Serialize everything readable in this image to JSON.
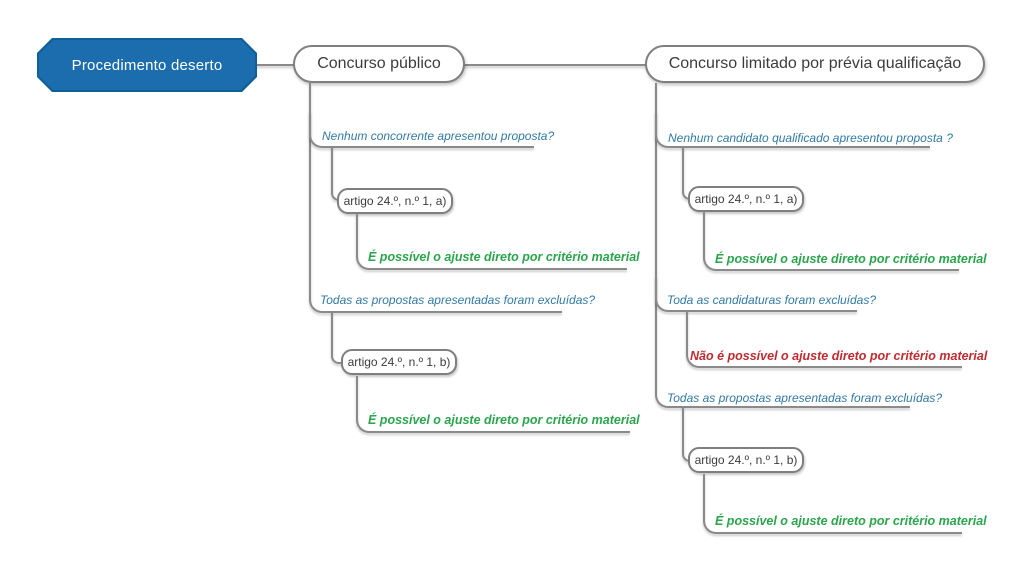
{
  "map": {
    "root": {
      "label": "Procedimento deserto"
    },
    "branches": [
      {
        "label": "Concurso público",
        "children": [
          {
            "question": "Nenhum concorrente apresentou proposta?",
            "article": "artigo 24.º, n.º 1, a)",
            "outcome": "É possível o ajuste direto por critério material",
            "outcome_type": "positive"
          },
          {
            "question": "Todas as propostas apresentadas foram excluídas?",
            "article": "artigo 24.º, n.º 1, b)",
            "outcome": "É possível o ajuste direto por critério material",
            "outcome_type": "positive"
          }
        ]
      },
      {
        "label": "Concurso limitado por prévia qualificação",
        "children": [
          {
            "question": "Nenhum candidato qualificado apresentou proposta ?",
            "article": "artigo 24.º, n.º 1, a)",
            "outcome": "É possível o ajuste direto por critério material",
            "outcome_type": "positive"
          },
          {
            "question": "Toda as candidaturas foram excluídas?",
            "outcome": "Não é possível o ajuste direto por critério material",
            "outcome_type": "negative"
          },
          {
            "question": "Todas as propostas apresentadas foram excluídas?",
            "article": "artigo 24.º, n.º 1, b)",
            "outcome": "É possível o ajuste direto por critério material",
            "outcome_type": "positive"
          }
        ]
      }
    ]
  },
  "colors": {
    "root_fill": "#1b6dad",
    "root_border": "#0f5f98",
    "node_border": "#7f7f7f",
    "line": "#8a8a8a",
    "question": "#3279a4",
    "positive": "#2aa54c",
    "negative": "#bf2b30"
  }
}
